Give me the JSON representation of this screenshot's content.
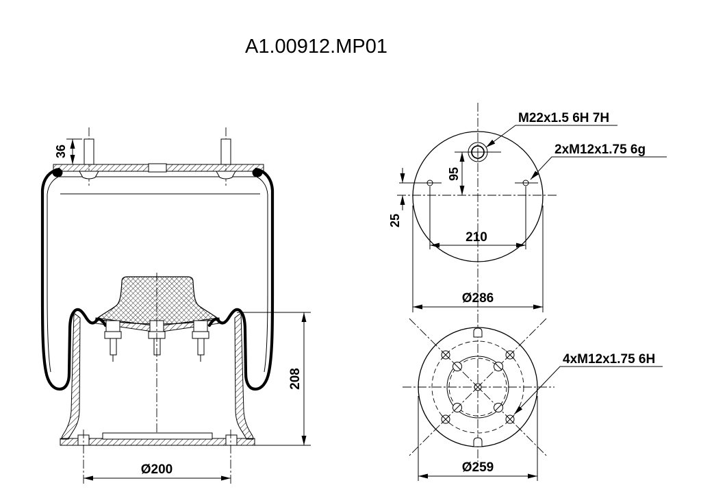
{
  "title": "A1.00912.MP01",
  "front_view": {
    "dim_stud_height": "36",
    "dim_height": "208",
    "dim_piston_diameter": "Ø200"
  },
  "top_view": {
    "label_air_fitting": "M22x1.5 6H 7H",
    "label_mounting_studs": "2xM12x1.75 6g",
    "dim_port_to_center": "95",
    "dim_stud_to_center": "25",
    "dim_stud_spacing": "210",
    "dim_plate_diameter": "Ø286"
  },
  "bottom_view": {
    "label_mounting_bolts": "4xM12x1.75 6H",
    "dim_flange_diameter": "Ø259"
  },
  "colors": {
    "line": "#000000",
    "background": "#ffffff"
  }
}
